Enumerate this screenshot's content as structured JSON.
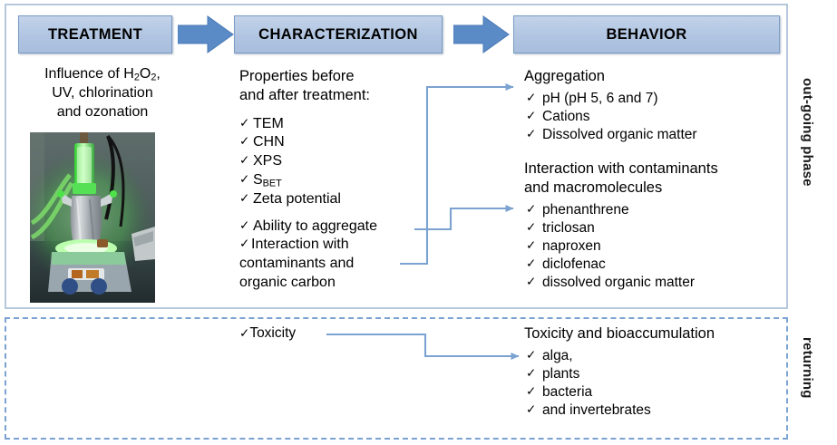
{
  "phases": {
    "outgoing_label": "out-going phase",
    "returning_label": "returning"
  },
  "headers": {
    "treatment": "TREATMENT",
    "characterization": "CHARACTERIZATION",
    "behavior": "BEHAVIOR"
  },
  "treatment": {
    "line1_pre": "Influence of H",
    "line1_sub1": "2",
    "line1_mid": "O",
    "line1_sub2": "2",
    "line1_post": ",",
    "line2": "UV, chlorination",
    "line3": "and ozonation",
    "photo_caption": "lab photo of UV photoreactor with foil-wrapped flask on a magnetic stirrer, green illumination"
  },
  "characterization": {
    "heading_line1": "Properties before",
    "heading_line2": "and after treatment:",
    "items": [
      "TEM",
      "CHN",
      "XPS"
    ],
    "sbet_base": "S",
    "sbet_sub": "BET",
    "item_zeta": "Zeta potential",
    "item_aggregate": "Ability to aggregate",
    "item_interaction_line1": "Interaction with",
    "item_interaction_line2": "contaminants and",
    "item_interaction_line3": "organic carbon"
  },
  "behavior": {
    "group1_title": "Aggregation",
    "group1_items": [
      "pH (pH 5, 6 and 7)",
      "Cations",
      "Dissolved organic matter"
    ],
    "group2_title_line1": "Interaction with contaminants",
    "group2_title_line2": "and macromolecules",
    "group2_items": [
      "phenanthrene",
      "triclosan",
      "naproxen",
      "diclofenac",
      "dissolved organic matter"
    ]
  },
  "returning": {
    "left_item": "Toxicity",
    "title": "Toxicity and bioaccumulation",
    "items": [
      "alga,",
      "plants",
      "bacteria",
      "and invertebrates"
    ]
  },
  "icons": {
    "check": "✓",
    "arrow_right": "block-arrow-right-icon"
  },
  "colors": {
    "header_fill": "#b2c6e2",
    "header_border": "#7a9cc6",
    "block_arrow": "#5b8bc7",
    "connector": "#7ba2d0",
    "panel_border": "#b6c8dc",
    "dashed_border": "#7ba2d0"
  }
}
